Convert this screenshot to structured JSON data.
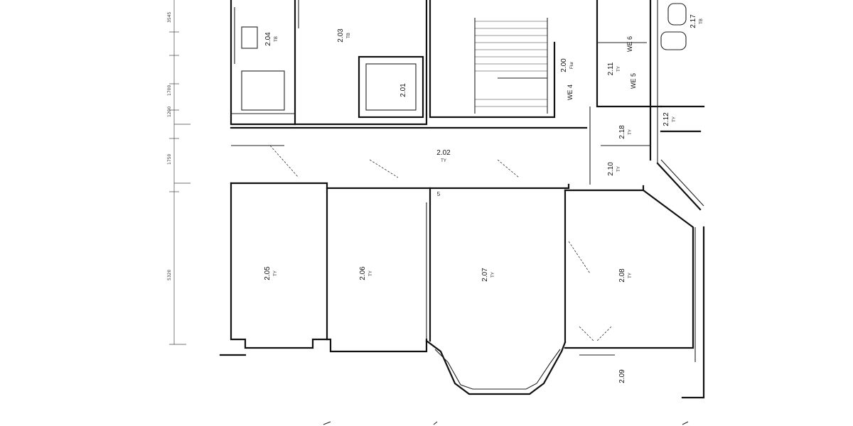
{
  "plan": {
    "rooms": [
      {
        "id": "2.00",
        "sub": "Flur"
      },
      {
        "id": "2.01",
        "sub": ""
      },
      {
        "id": "2.02",
        "sub": "TY"
      },
      {
        "id": "2.03",
        "sub": "TB"
      },
      {
        "id": "2.04",
        "sub": "TB"
      },
      {
        "id": "2.05",
        "sub": "TY"
      },
      {
        "id": "2.06",
        "sub": "TY"
      },
      {
        "id": "2.07",
        "sub": "TY"
      },
      {
        "id": "2.08",
        "sub": "TY"
      },
      {
        "id": "2.09",
        "sub": ""
      },
      {
        "id": "2.10",
        "sub": "TY"
      },
      {
        "id": "2.11",
        "sub": "TY"
      },
      {
        "id": "2.12",
        "sub": "TY"
      },
      {
        "id": "2.17",
        "sub": "TB"
      },
      {
        "id": "2.18",
        "sub": "TY"
      }
    ],
    "units": [
      "WE 4",
      "WE 5",
      "WE 6"
    ],
    "dimensions": [
      "3545",
      "1700",
      "1200",
      "1750",
      "5320"
    ],
    "notes": [
      "5"
    ]
  }
}
